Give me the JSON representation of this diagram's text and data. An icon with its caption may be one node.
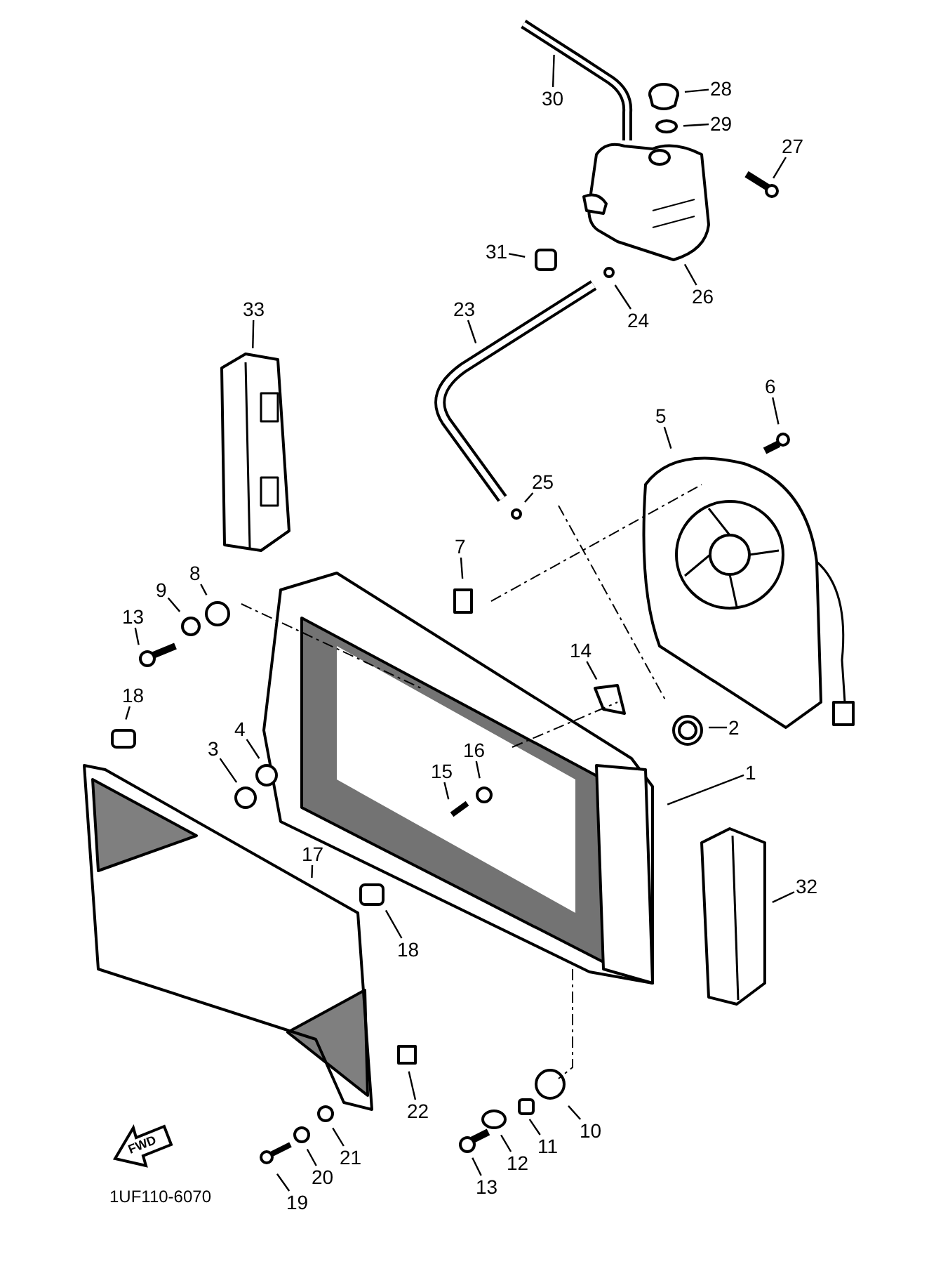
{
  "diagram": {
    "nodes": [
      {
        "text": [
          "30"
        ]
      },
      {
        "text": [
          "28"
        ]
      },
      {
        "text": [
          "29"
        ]
      },
      {
        "text": [
          "27"
        ]
      },
      {
        "text": [
          "31"
        ]
      },
      {
        "text": [
          "26"
        ]
      },
      {
        "text": [
          "24"
        ]
      },
      {
        "text": [
          "33"
        ]
      },
      {
        "text": [
          "23"
        ]
      },
      {
        "text": [
          "6"
        ]
      },
      {
        "text": [
          "5"
        ]
      },
      {
        "text": [
          "25"
        ]
      },
      {
        "text": [
          "7"
        ]
      },
      {
        "text": [
          "8"
        ]
      },
      {
        "text": [
          "9"
        ]
      },
      {
        "text": [
          "13"
        ]
      },
      {
        "text": [
          "14"
        ]
      },
      {
        "text": [
          "18"
        ]
      },
      {
        "text": [
          "2"
        ]
      },
      {
        "text": [
          "4"
        ]
      },
      {
        "text": [
          "3"
        ]
      },
      {
        "text": [
          "16"
        ]
      },
      {
        "text": [
          "1"
        ]
      },
      {
        "text": [
          "15"
        ]
      },
      {
        "text": [
          "17"
        ]
      },
      {
        "text": [
          "32"
        ]
      },
      {
        "text": [
          "18"
        ]
      },
      {
        "text": [
          "22"
        ]
      },
      {
        "text": [
          "10"
        ]
      },
      {
        "text": [
          "11"
        ]
      },
      {
        "text": [
          "21"
        ]
      },
      {
        "text": [
          "12"
        ]
      },
      {
        "text": [
          "20"
        ]
      },
      {
        "text": [
          "13"
        ]
      },
      {
        "text": [
          "19"
        ]
      }
    ],
    "edges": [
      {
        "from": 0,
        "to": null,
        "arrow": "none"
      },
      {
        "from": 1,
        "to": null,
        "arrow": "none"
      },
      {
        "from": 2,
        "to": null,
        "arrow": "none"
      },
      {
        "from": 3,
        "to": null,
        "arrow": "none"
      },
      {
        "from": 4,
        "to": null,
        "arrow": "none"
      },
      {
        "from": 5,
        "to": null,
        "arrow": "none"
      },
      {
        "from": 6,
        "to": null,
        "arrow": "none"
      },
      {
        "from": 7,
        "to": null,
        "arrow": "none"
      },
      {
        "from": 8,
        "to": null,
        "arrow": "none"
      },
      {
        "from": 9,
        "to": null,
        "arrow": "none"
      },
      {
        "from": 10,
        "to": null,
        "arrow": "none"
      },
      {
        "from": 11,
        "to": null,
        "arrow": "none"
      },
      {
        "from": 12,
        "to": null,
        "arrow": "none"
      },
      {
        "from": 13,
        "to": null,
        "arrow": "none"
      },
      {
        "from": 14,
        "to": null,
        "arrow": "none"
      },
      {
        "from": 15,
        "to": null,
        "arrow": "none"
      },
      {
        "from": 16,
        "to": null,
        "arrow": "none"
      },
      {
        "from": 17,
        "to": null,
        "arrow": "none"
      },
      {
        "from": 18,
        "to": null,
        "arrow": "none"
      },
      {
        "from": 19,
        "to": null,
        "arrow": "none"
      },
      {
        "from": 20,
        "to": null,
        "arrow": "none"
      },
      {
        "from": 21,
        "to": null,
        "arrow": "none"
      },
      {
        "from": 22,
        "to": null,
        "arrow": "none"
      },
      {
        "from": 23,
        "to": null,
        "arrow": "none"
      },
      {
        "from": 24,
        "to": null,
        "arrow": "none"
      },
      {
        "from": 25,
        "to": null,
        "arrow": "none"
      },
      {
        "from": 26,
        "to": null,
        "arrow": "none"
      },
      {
        "from": 27,
        "to": null,
        "arrow": "none"
      },
      {
        "from": 28,
        "to": null,
        "arrow": "none"
      },
      {
        "from": 29,
        "to": null,
        "arrow": "none"
      },
      {
        "from": 30,
        "to": null,
        "arrow": "none"
      },
      {
        "from": 31,
        "to": null,
        "arrow": "none"
      },
      {
        "from": 32,
        "to": null,
        "arrow": "none"
      },
      {
        "from": 33,
        "to": null,
        "arrow": "none"
      },
      {
        "from": 34,
        "to": null,
        "arrow": "none"
      }
    ],
    "labels": [
      "FWD",
      "1UF110-6070"
    ]
  }
}
